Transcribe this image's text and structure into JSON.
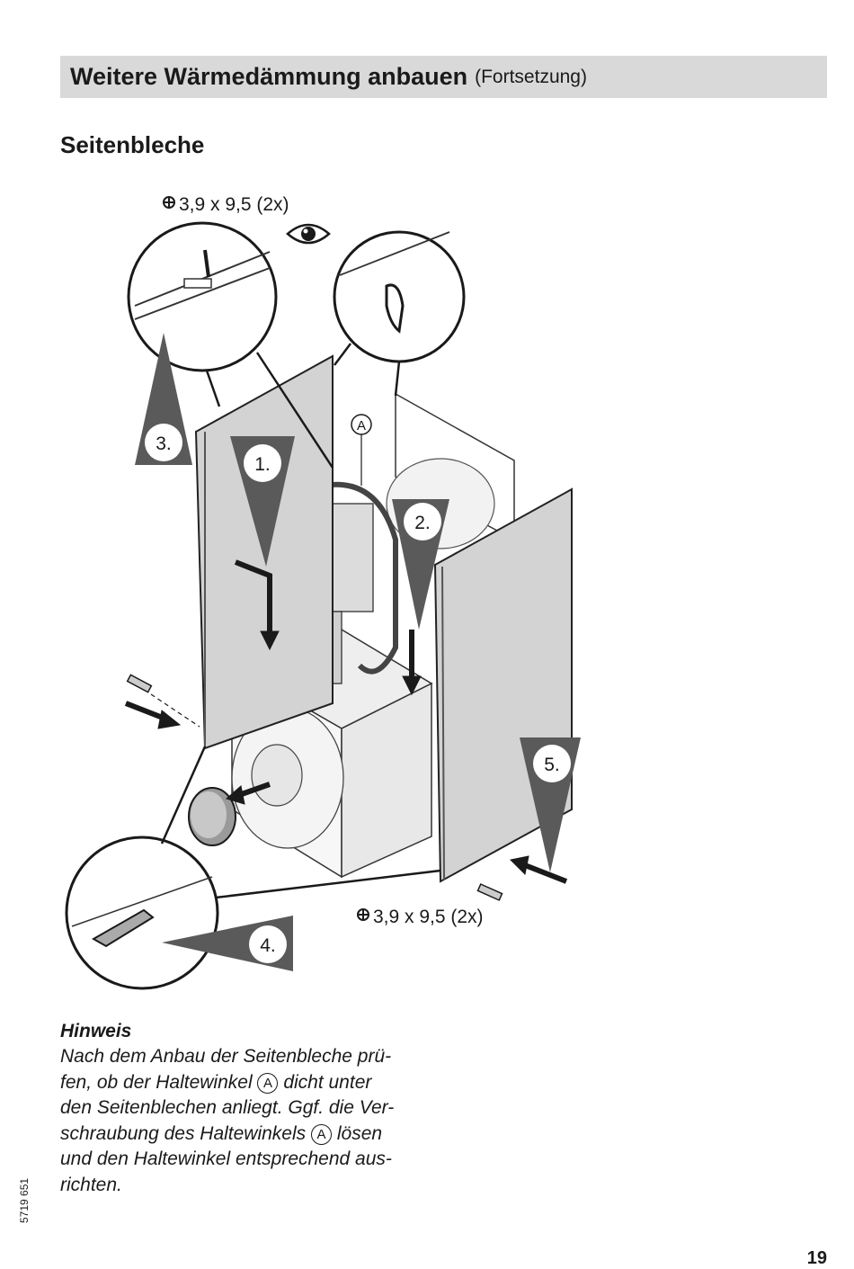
{
  "header": {
    "title": "Weitere Wärmedämmung anbauen",
    "continued": "(Fortsetzung)"
  },
  "section": {
    "title": "Seitenbleche"
  },
  "figure": {
    "screw_spec_top": "3,9 x 9,5 (2x)",
    "screw_spec_bottom": "3,9 x 9,5 (2x)",
    "part_marker": "A",
    "steps": [
      "1.",
      "2.",
      "3.",
      "4.",
      "5."
    ],
    "icons": [
      "screwdriver-icon",
      "eye-icon"
    ]
  },
  "note": {
    "title": "Hinweis",
    "line1": "Nach dem Anbau der Seitenbleche prü-",
    "line2_a": "fen, ob der Haltewinkel",
    "line2_marker": "A",
    "line2_b": "dicht unter",
    "line3": "den Seitenblechen anliegt. Ggf. die Ver-",
    "line4_a": "schraubung des Haltewinkels",
    "line4_marker": "A",
    "line4_b": "lösen",
    "line5": "und den Haltewinkel entsprechend aus-",
    "line6": "richten."
  },
  "footer": {
    "doc_number": "5719 651",
    "page_number": "19"
  }
}
